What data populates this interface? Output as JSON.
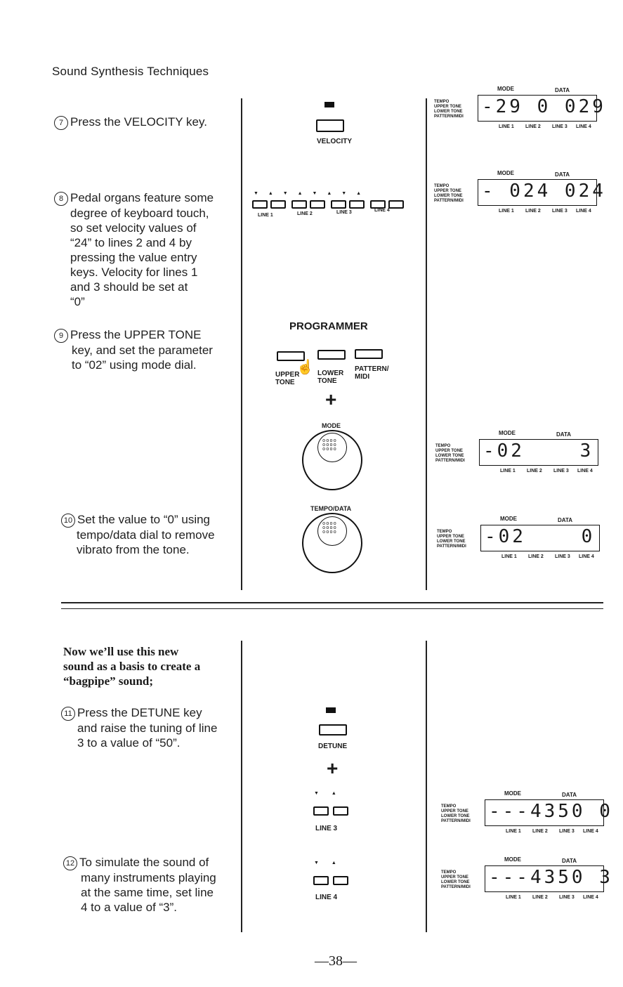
{
  "header": "Sound Synthesis Techniques",
  "steps": {
    "s7": {
      "num": "7",
      "text": "Press the VELOCITY key."
    },
    "s8": {
      "num": "8",
      "lines": [
        "Pedal organs feature some",
        "degree of keyboard touch,",
        "so set velocity values of",
        "“24” to lines 2 and 4 by",
        "pressing the value entry",
        "keys. Velocity for lines 1",
        "and 3 should be set at",
        "“0”"
      ]
    },
    "s9": {
      "num": "9",
      "lines": [
        "Press the UPPER TONE",
        "key, and set the parameter",
        "to “02” using mode dial."
      ]
    },
    "s10": {
      "num": "10",
      "lines": [
        "Set the value to “0” using",
        "tempo/data dial to remove",
        "vibrato from the tone."
      ]
    },
    "s11": {
      "num": "11",
      "lines": [
        "Press the DETUNE key",
        "and raise the tuning of line",
        "3 to a value of “50”."
      ]
    },
    "s12": {
      "num": "12",
      "lines": [
        "To simulate the sound of",
        "many instruments playing",
        "at the same time, set line",
        "4 to a value of “3”."
      ]
    }
  },
  "intro": [
    "Now we’ll use this new",
    "sound as a basis to create a",
    "“bagpipe” sound;"
  ],
  "labels": {
    "velocity": "VELOCITY",
    "programmer": "PROGRAMMER",
    "upper_tone": "UPPER TONE",
    "lower_tone": "LOWER TONE",
    "pattern_midi": "PATTERN/ MIDI",
    "mode": "MODE",
    "tempo_data": "TEMPO/DATA",
    "detune": "DETUNE",
    "line1": "LINE 1",
    "line2": "LINE 2",
    "line3": "LINE 3",
    "line4": "LINE 4"
  },
  "lcd_labels": {
    "mode": "MODE",
    "data": "DATA",
    "tempo": "TEMPO",
    "upper": "UPPER TONE",
    "lower": "LOWER TONE",
    "pattern": "PATTERN/MIDI",
    "l1": "LINE 1",
    "l2": "LINE 2",
    "l3": "LINE 3",
    "l4": "LINE 4"
  },
  "displays": {
    "d1": "-29 0 029",
    "d2": "- 024 024",
    "d3": "-02    3",
    "d4": "-02    0",
    "d5": "---4350 0",
    "d6": "---4350 3"
  },
  "page_number": "—38—"
}
